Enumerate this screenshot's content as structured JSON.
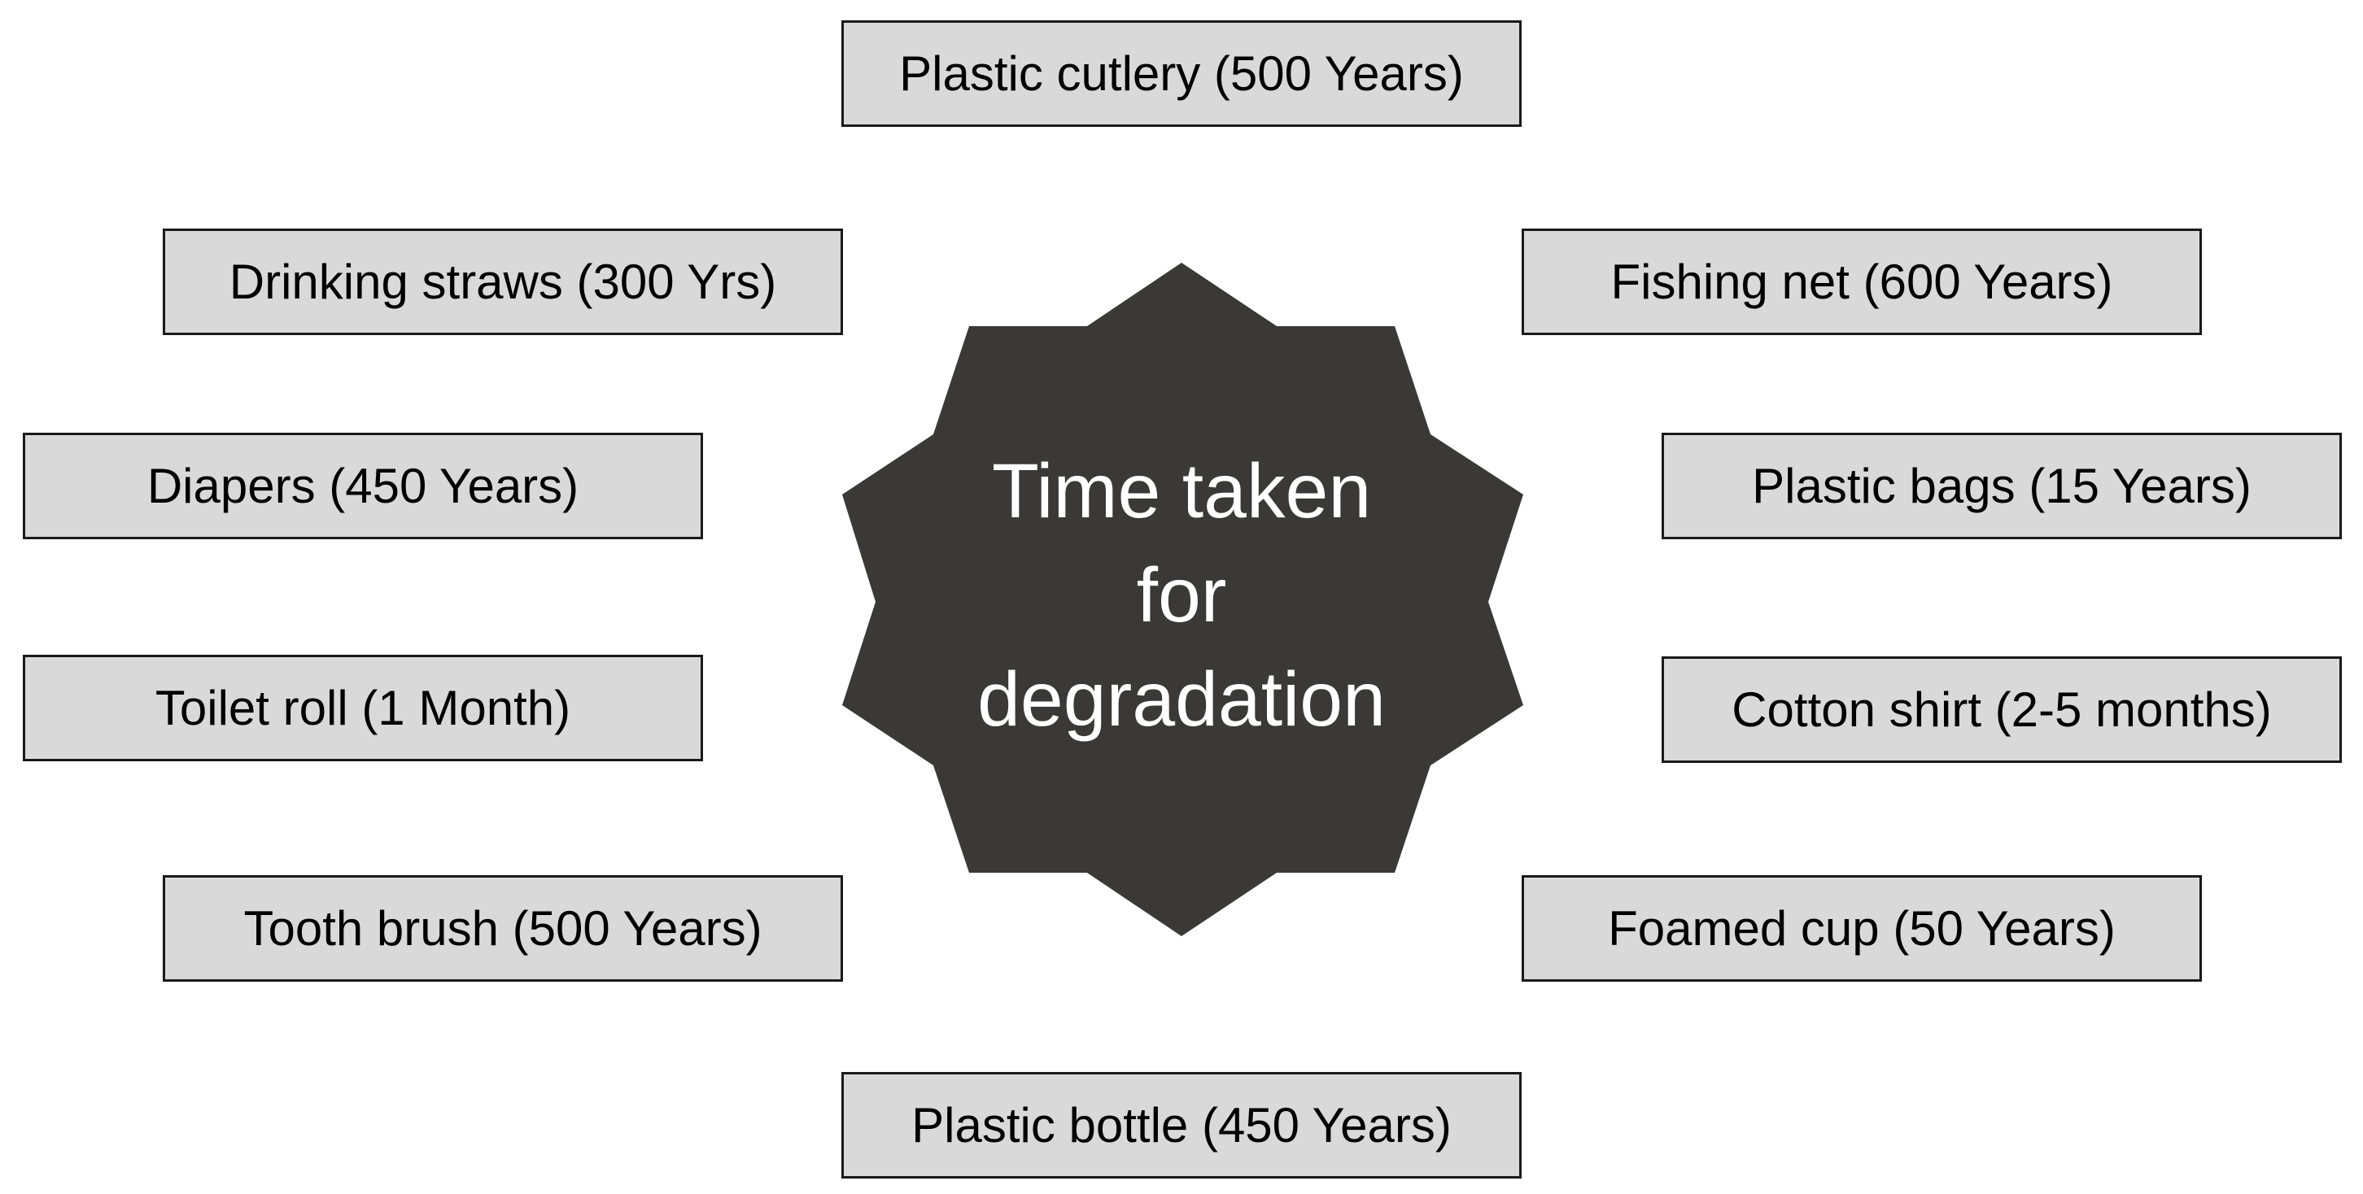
{
  "center": {
    "line1": "Time taken",
    "line2": "for",
    "line3": "degradation",
    "fill_color": "#3a3938",
    "text_color": "#ffffff"
  },
  "box_fill_color": "#d9d9d9",
  "items": {
    "top": "Plastic cutlery (500 Years)",
    "upper_left": "Drinking straws (300 Yrs)",
    "upper_right": "Fishing net (600 Years)",
    "mid_left_upper": "Diapers (450 Years)",
    "mid_right_upper": "Plastic bags (15 Years)",
    "mid_left_lower": "Toilet roll (1 Month)",
    "mid_right_lower": "Cotton shirt (2-5 months)",
    "lower_left": "Tooth brush (500 Years)",
    "lower_right": "Foamed cup (50 Years)",
    "bottom": "Plastic bottle (450 Years)"
  }
}
